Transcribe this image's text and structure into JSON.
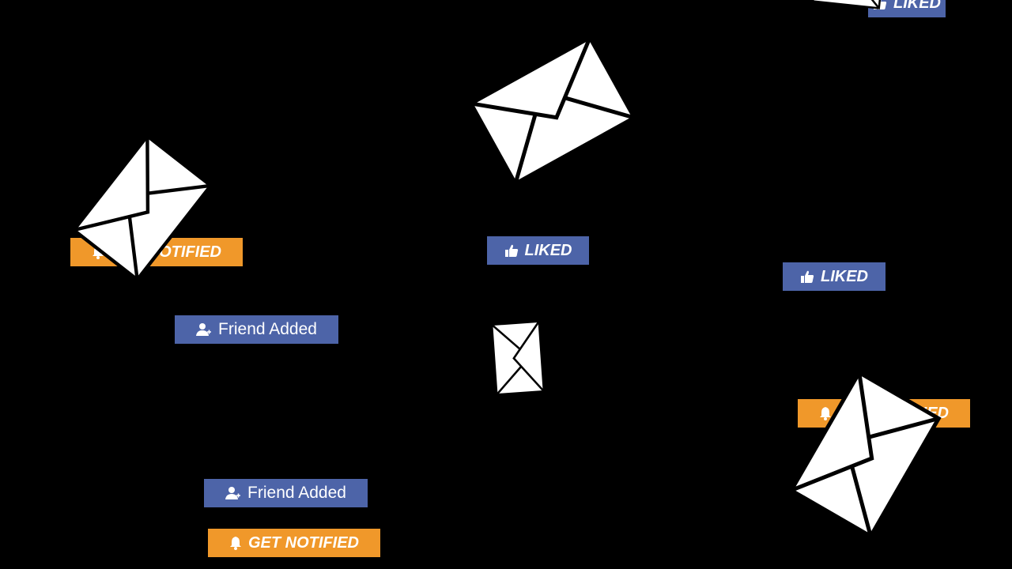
{
  "badges": [
    {
      "id": "liked-top-right",
      "text": "LIKED",
      "color": "#4d64a8",
      "icon": "thumbs-up-icon"
    },
    {
      "id": "get-notified-left",
      "text": "GET NOTIFIED",
      "color": "#f0982a",
      "icon": "bell-icon"
    },
    {
      "id": "liked-center",
      "text": "LIKED",
      "color": "#4d64a8",
      "icon": "thumbs-up-icon"
    },
    {
      "id": "liked-right",
      "text": "LIKED",
      "color": "#4d64a8",
      "icon": "thumbs-up-icon"
    },
    {
      "id": "friend-added-upper",
      "text": "Friend Added",
      "color": "#4d64a8",
      "icon": "user-icon"
    },
    {
      "id": "get-notified-right",
      "text": "GET NOTIFIED",
      "color": "#f0982a",
      "icon": "bell-icon"
    },
    {
      "id": "friend-added-lower",
      "text": "Friend Added",
      "color": "#4d64a8",
      "icon": "user-icon"
    },
    {
      "id": "get-notified-bottom",
      "text": "GET NOTIFIED",
      "color": "#f0982a",
      "icon": "bell-icon"
    }
  ],
  "envelope_icon": "envelope-icon",
  "colors": {
    "background": "#000000",
    "envelope": "#ffffff",
    "blue": "#4d64a8",
    "orange": "#f0982a"
  }
}
